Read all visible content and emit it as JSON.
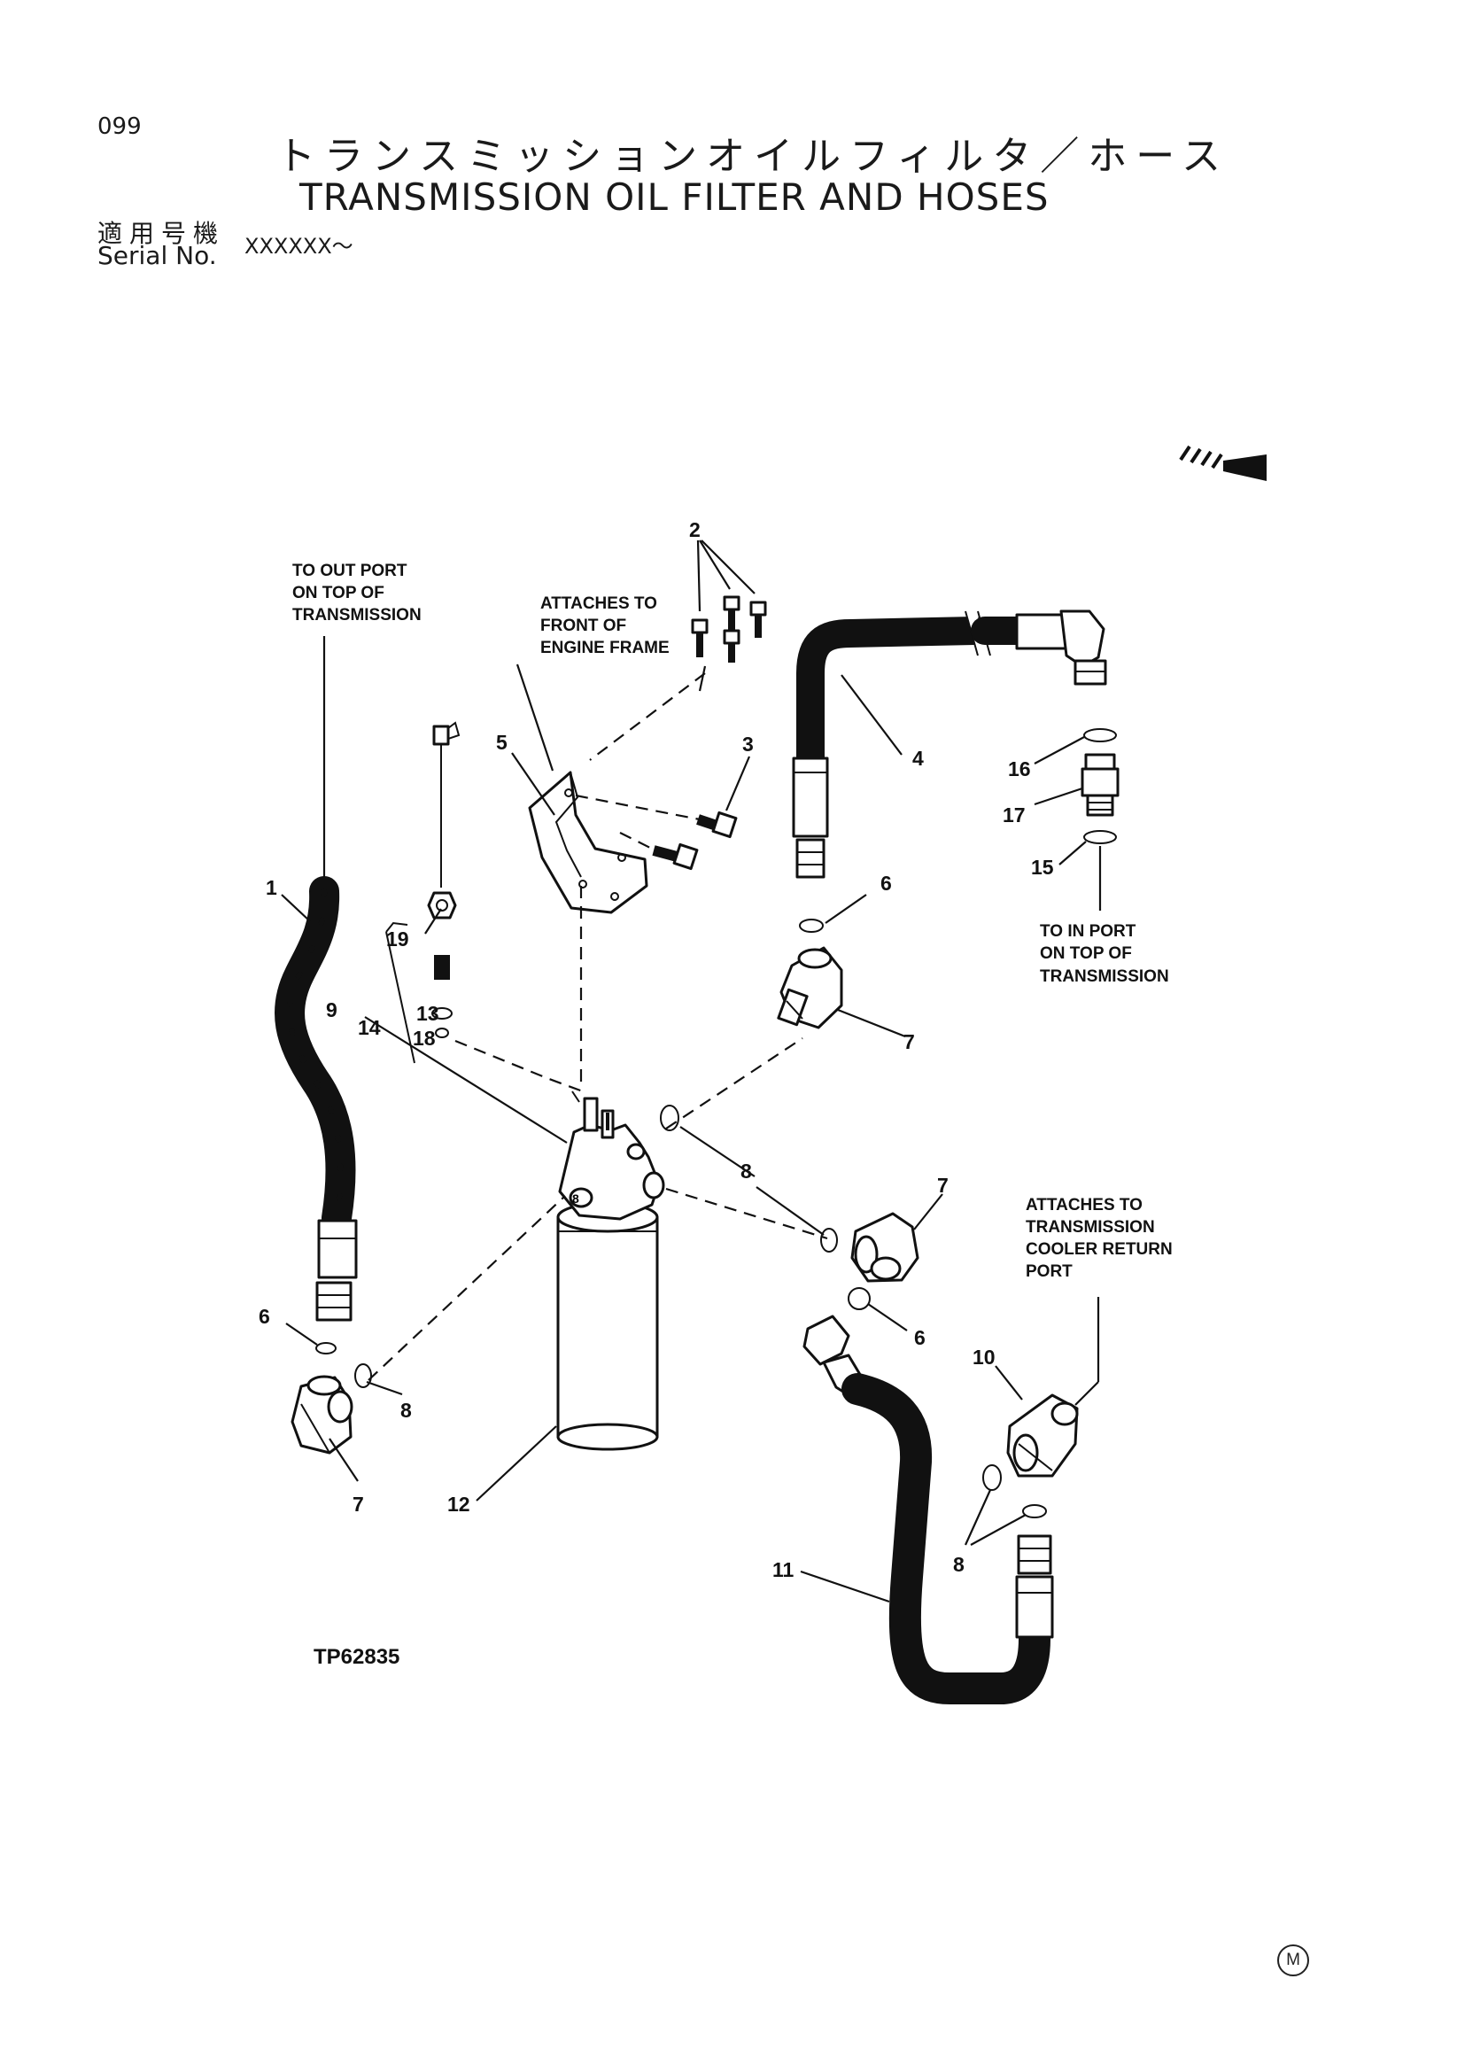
{
  "header": {
    "page_number": "099",
    "title_jp": "トランスミッションオイルフィルタ／ホース",
    "title_en": "TRANSMISSION OIL FILTER AND HOSES",
    "serial_label_jp": "適用号機",
    "serial_label_en": "Serial No.",
    "serial_value": "XXXXXX～"
  },
  "callouts": {
    "out_port": [
      "TO OUT PORT",
      "ON TOP OF",
      "TRANSMISSION"
    ],
    "engine_frame": [
      "ATTACHES TO",
      "FRONT OF",
      "ENGINE FRAME"
    ],
    "in_port": [
      "TO IN PORT",
      "ON TOP OF",
      "TRANSMISSION"
    ],
    "cooler_return": [
      "ATTACHES TO",
      "TRANSMISSION",
      "COOLER RETURN",
      "PORT"
    ]
  },
  "part_numbers": {
    "p1": "1",
    "p2": "2",
    "p3": "3",
    "p4": "4",
    "p5": "5",
    "p6a": "6",
    "p6b": "6",
    "p6c": "6",
    "p7a": "7",
    "p7b": "7",
    "p7c": "7",
    "p8a": "8",
    "p8b": "8",
    "p8c": "8",
    "p9": "9",
    "p10": "10",
    "p11": "11",
    "p12": "12",
    "p13": "13",
    "p14": "14",
    "p15": "15",
    "p16": "16",
    "p17": "17",
    "p18": "18",
    "p19": "19"
  },
  "figure_code": "TP62835",
  "corner_mark": "M",
  "icons": {
    "direction_arrow": "front-direction-arrow-icon"
  }
}
